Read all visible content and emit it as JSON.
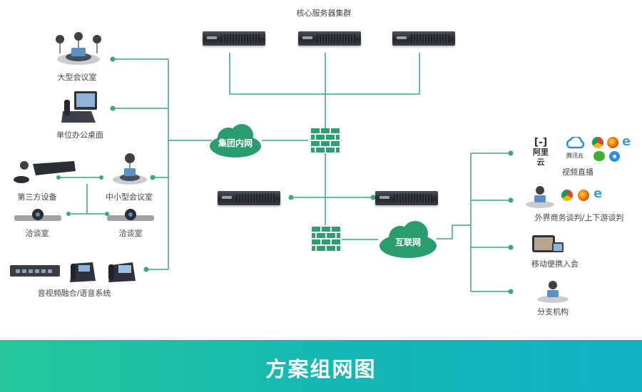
{
  "header": {
    "server_cluster": "核心服务器集群"
  },
  "clouds": {
    "intranet": "集团内网",
    "internet": "互联网"
  },
  "left_nodes": {
    "large_meeting": "大型会议室",
    "office_desktop": "单位办公桌面",
    "third_party": "第三方设备",
    "mid_small_meeting": "中小型会议室",
    "negotiation_left": "洽谈室",
    "negotiation_right": "洽谈室",
    "av_voice": "音视频融合/语音系统"
  },
  "right_nodes": {
    "aliyun": "阿里云",
    "tencent_cloud": "腾讯云",
    "live": "视频直播",
    "external_talks": "外界商务谈判/上下游谈判",
    "mobile_join": "移动便携入会",
    "branch": "分支机构"
  },
  "banner": {
    "title": "方案组网图"
  },
  "colors": {
    "line": "#3aa877",
    "cloud": "#2a9d6f",
    "firewall": "#2ea06f",
    "banner_start": "#25c79a",
    "banner_end": "#10b4c6"
  },
  "icons": [
    "server-icon",
    "firewall-icon",
    "cloud-icon",
    "conference-phone-icon",
    "desk-video-phone-icon",
    "codec-box-icon",
    "camera-icon",
    "network-switch-icon",
    "ip-phone-icon",
    "aliyun-logo-icon",
    "tencent-cloud-logo-icon",
    "chrome-icon",
    "firefox-icon",
    "ie-icon",
    "wechat-icon",
    "safari-icon",
    "tablet-icon"
  ]
}
